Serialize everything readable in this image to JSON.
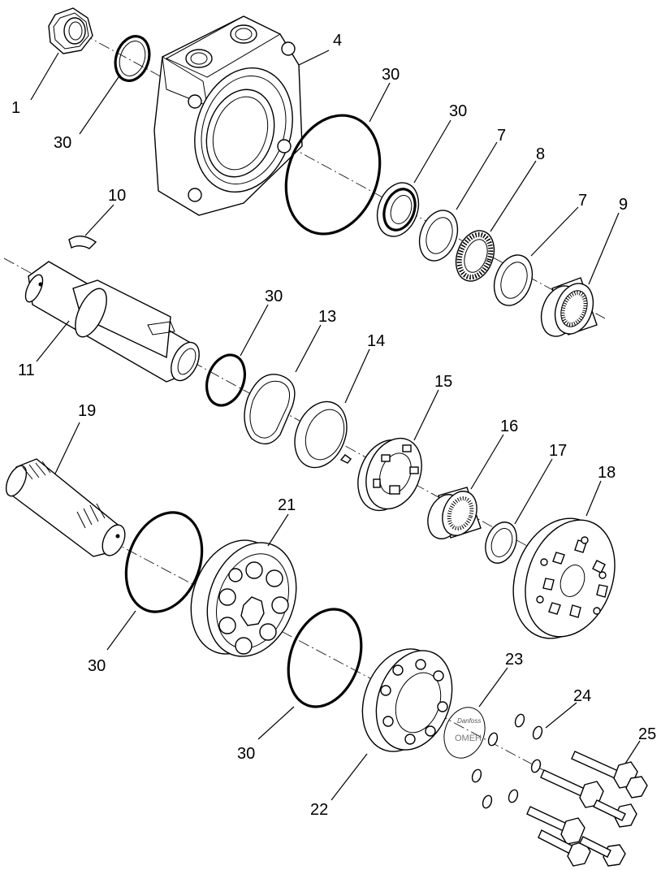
{
  "diagram": {
    "type": "exploded-parts-view",
    "callouts": [
      {
        "id": "c1",
        "label": "1"
      },
      {
        "id": "c30a",
        "label": "30"
      },
      {
        "id": "c4",
        "label": "4"
      },
      {
        "id": "c30b",
        "label": "30"
      },
      {
        "id": "c30c",
        "label": "30"
      },
      {
        "id": "c7a",
        "label": "7"
      },
      {
        "id": "c8",
        "label": "8"
      },
      {
        "id": "c7b",
        "label": "7"
      },
      {
        "id": "c9",
        "label": "9"
      },
      {
        "id": "c10",
        "label": "10"
      },
      {
        "id": "c11",
        "label": "11"
      },
      {
        "id": "c30d",
        "label": "30"
      },
      {
        "id": "c13",
        "label": "13"
      },
      {
        "id": "c14",
        "label": "14"
      },
      {
        "id": "c15",
        "label": "15"
      },
      {
        "id": "c16",
        "label": "16"
      },
      {
        "id": "c17",
        "label": "17"
      },
      {
        "id": "c18",
        "label": "18"
      },
      {
        "id": "c19",
        "label": "19"
      },
      {
        "id": "c21",
        "label": "21"
      },
      {
        "id": "c30e",
        "label": "30"
      },
      {
        "id": "c30f",
        "label": "30"
      },
      {
        "id": "c22",
        "label": "22"
      },
      {
        "id": "c23",
        "label": "23"
      },
      {
        "id": "c24",
        "label": "24"
      },
      {
        "id": "c25",
        "label": "25"
      }
    ],
    "nameplate": {
      "brand": "Danfoss",
      "model": "OMEH"
    }
  }
}
